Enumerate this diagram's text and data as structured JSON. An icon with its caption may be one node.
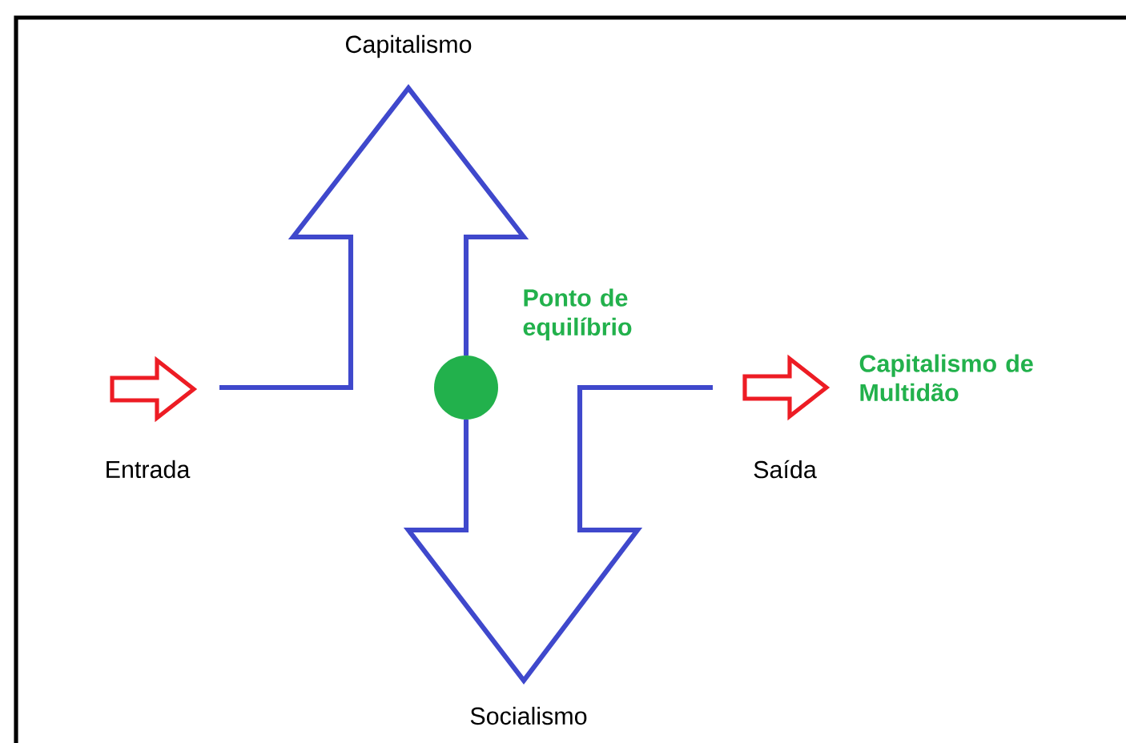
{
  "diagram": {
    "nodes": [
      {
        "text": [],
        "shape": "circle",
        "beside": [
          "Ponto de equilíbrio"
        ]
      }
    ],
    "labels": [
      "Capitalismo",
      "Entrada",
      "Saída",
      "Capitalismo de Multidão",
      "Socialismo"
    ]
  }
}
